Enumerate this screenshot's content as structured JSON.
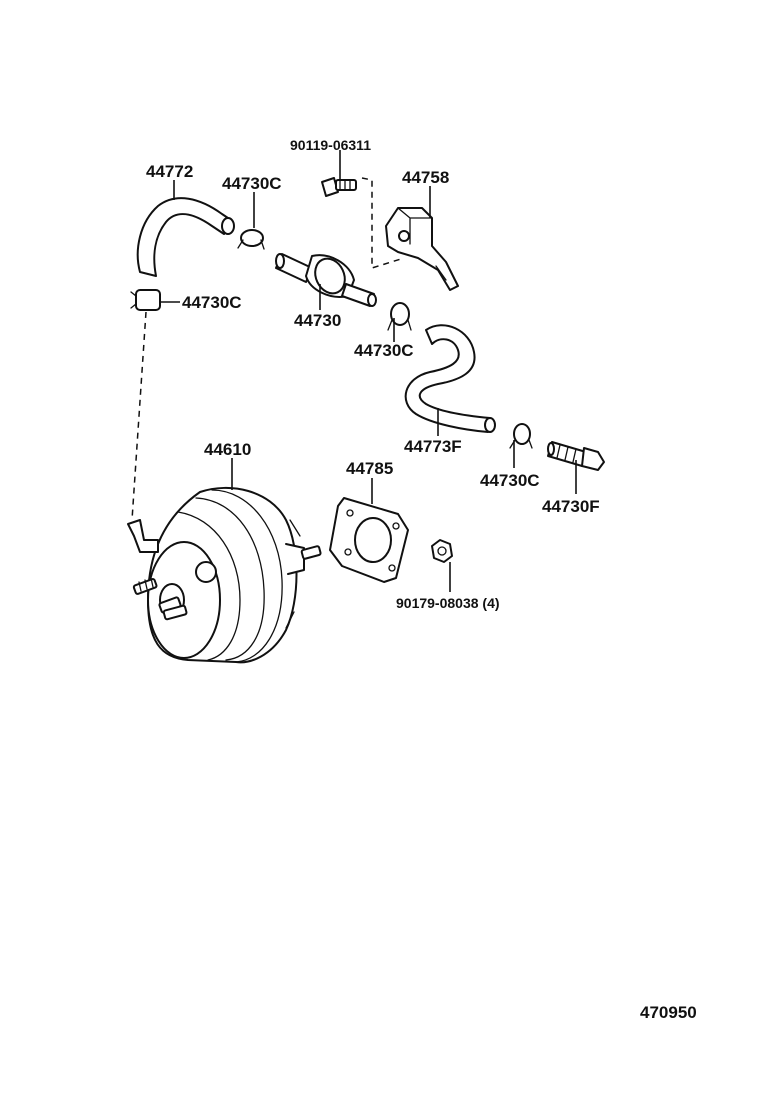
{
  "labels": {
    "p90119": "90119-06311",
    "p44758": "44758",
    "p44772": "44772",
    "p44730c_top": "44730C",
    "p44730c_left": "44730C",
    "p44730": "44730",
    "p44730c_mid": "44730C",
    "p44773f": "44773F",
    "p44730c_right": "44730C",
    "p44730f": "44730F",
    "p44610": "44610",
    "p44785": "44785",
    "p90179": "90179-08038 (4)"
  },
  "diagram_code": "470950"
}
